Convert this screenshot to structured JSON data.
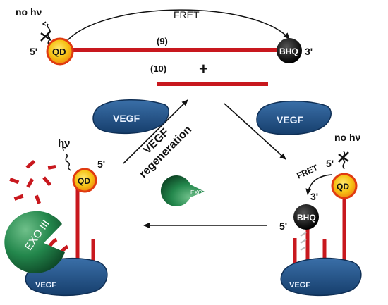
{
  "top": {
    "no_hv": "no hν",
    "fret": "FRET",
    "five_prime": "5'",
    "three_prime": "3'",
    "qd": "QD",
    "bhq": "BHQ",
    "strand9": "(9)",
    "strand10": "(10)",
    "plus": "+"
  },
  "left": {
    "vegf": "VEGF",
    "regen_line1": "VEGF",
    "regen_line2": "regeneration",
    "hv": "hν",
    "five_prime": "5'",
    "qd": "QD",
    "exo": "EXO III",
    "vegf_bottom": "VEGF"
  },
  "center": {
    "exo": "EXO III"
  },
  "right": {
    "vegf": "VEGF",
    "no_hv": "no hν",
    "fret": "FRET",
    "five_prime_top": "5'",
    "three_prime": "3'",
    "qd": "QD",
    "bhq": "BHQ",
    "five_prime_left": "5'",
    "vegf_bottom": "VEGF"
  },
  "colors": {
    "dna": "#c8181e",
    "qd_outer": "#f0a020",
    "qd_inner": "#f8d010",
    "bhq": "#111111",
    "protein": "#1d4f86",
    "exo": "#1f7a45"
  }
}
